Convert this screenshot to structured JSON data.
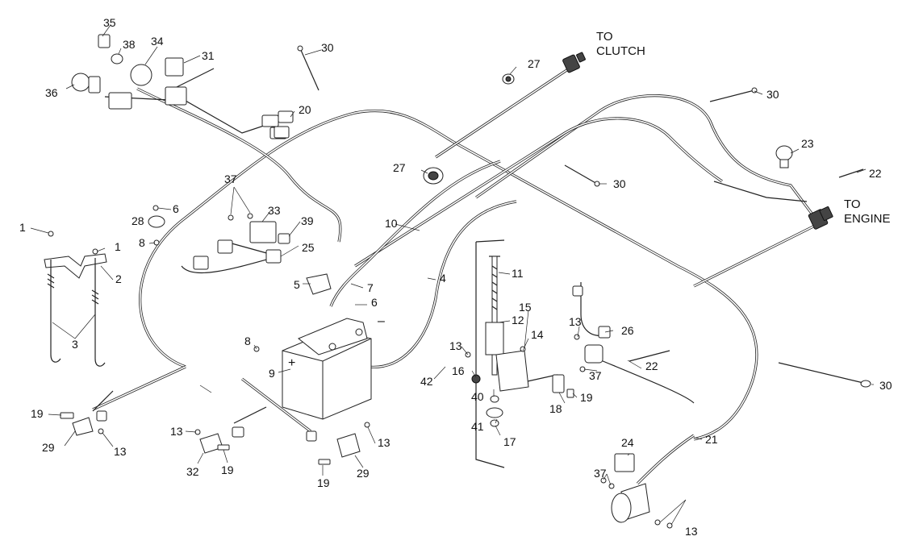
{
  "callouts": {
    "to_clutch_line1": "TO",
    "to_clutch_line2": "CLUTCH",
    "to_engine_line1": "TO",
    "to_engine_line2": "ENGINE",
    "battery_plus": "+",
    "battery_minus": "–"
  },
  "part_labels": {
    "p1a": "1",
    "p1b": "1",
    "p2": "2",
    "p3": "3",
    "p4": "4",
    "p5": "5",
    "p6a": "6",
    "p6b": "6",
    "p7": "7",
    "p8a": "8",
    "p8b": "8",
    "p9": "9",
    "p10": "10",
    "p11": "11",
    "p12": "12",
    "p13a": "13",
    "p13b": "13",
    "p13c": "13",
    "p13d": "13",
    "p13e": "13",
    "p13f": "13",
    "p14": "14",
    "p15": "15",
    "p16": "16",
    "p17": "17",
    "p18": "18",
    "p19a": "19",
    "p19b": "19",
    "p19c": "19",
    "p19d": "19",
    "p20": "20",
    "p21": "21",
    "p22a": "22",
    "p22b": "22",
    "p23": "23",
    "p24": "24",
    "p25": "25",
    "p26": "26",
    "p27a": "27",
    "p27b": "27",
    "p28": "28",
    "p29a": "29",
    "p29b": "29",
    "p30a": "30",
    "p30b": "30",
    "p30c": "30",
    "p30d": "30",
    "p31": "31",
    "p32": "32",
    "p33": "33",
    "p34": "34",
    "p35": "35",
    "p36": "36",
    "p37a": "37",
    "p37b": "37",
    "p37c": "37",
    "p38": "38",
    "p39": "39",
    "p40": "40",
    "p41": "41",
    "p42": "42"
  }
}
